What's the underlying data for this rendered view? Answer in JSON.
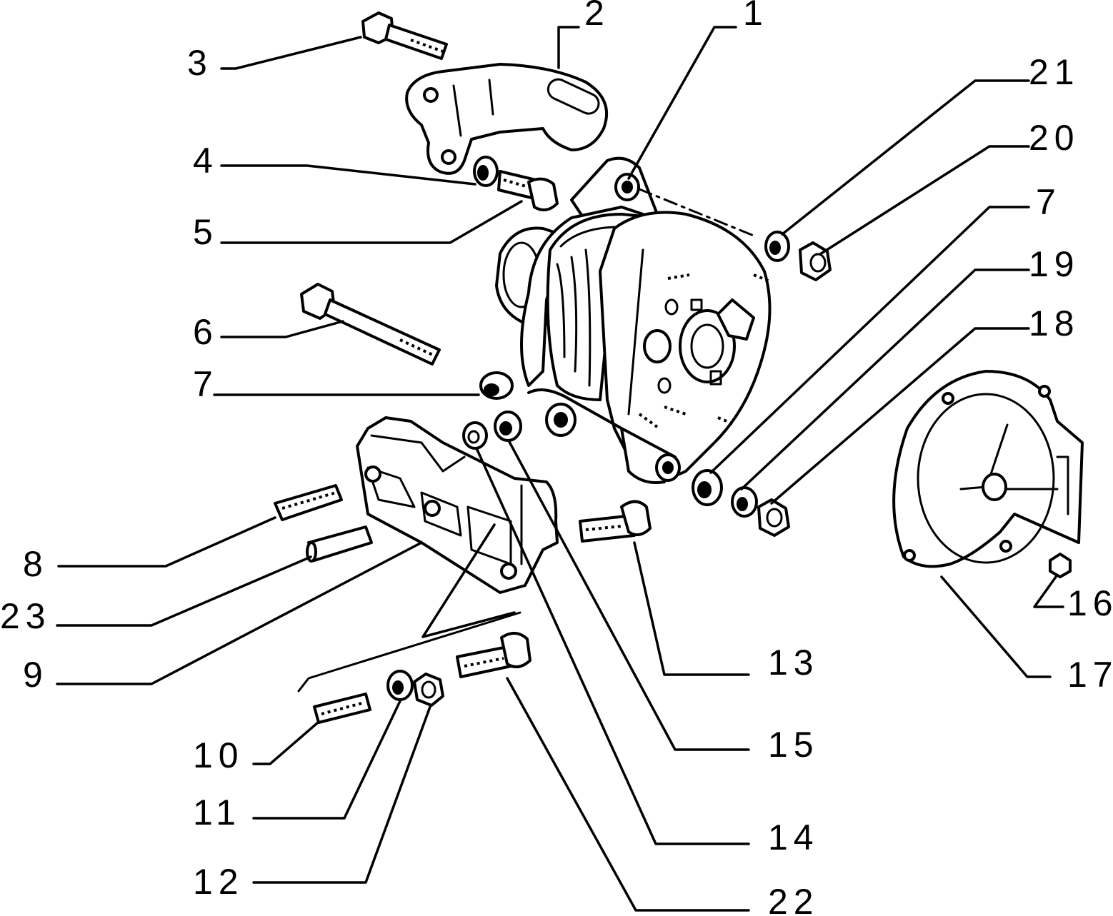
{
  "diagram": {
    "callouts": [
      {
        "id": "1",
        "label": "1"
      },
      {
        "id": "2",
        "label": "2"
      },
      {
        "id": "3",
        "label": "3"
      },
      {
        "id": "4",
        "label": "4"
      },
      {
        "id": "5",
        "label": "5"
      },
      {
        "id": "6",
        "label": "6"
      },
      {
        "id": "7a",
        "label": "7"
      },
      {
        "id": "7b",
        "label": "7"
      },
      {
        "id": "8",
        "label": "8"
      },
      {
        "id": "9",
        "label": "9"
      },
      {
        "id": "10",
        "label": "10"
      },
      {
        "id": "11",
        "label": "11"
      },
      {
        "id": "12",
        "label": "12"
      },
      {
        "id": "13",
        "label": "13"
      },
      {
        "id": "14",
        "label": "14"
      },
      {
        "id": "15",
        "label": "15"
      },
      {
        "id": "16",
        "label": "16"
      },
      {
        "id": "17",
        "label": "17"
      },
      {
        "id": "18",
        "label": "18"
      },
      {
        "id": "19",
        "label": "19"
      },
      {
        "id": "20",
        "label": "20"
      },
      {
        "id": "21",
        "label": "21"
      },
      {
        "id": "22",
        "label": "22"
      },
      {
        "id": "23",
        "label": "23"
      }
    ],
    "colors": {
      "line": "#000000",
      "background": "#ffffff"
    }
  }
}
